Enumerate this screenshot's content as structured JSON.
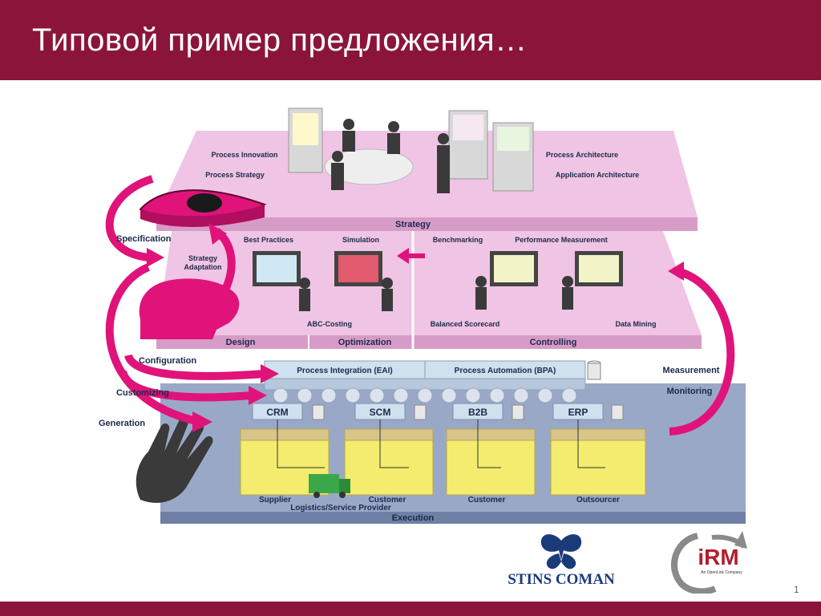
{
  "slide": {
    "title": "Типовой пример предложения…",
    "page_number": "1"
  },
  "diagram": {
    "strategy": {
      "label": "Strategy",
      "items_left": [
        "Process Innovation",
        "Process Strategy"
      ],
      "items_right": [
        "Process Architecture",
        "Application Architecture"
      ]
    },
    "middle": {
      "best_practices": "Best Practices",
      "simulation": "Simulation",
      "benchmarking": "Benchmarking",
      "performance_measurement": "Performance Measurement",
      "strategy_adaptation_1": "Strategy",
      "strategy_adaptation_2": "Adaptation",
      "abc_costing": "ABC-Costing",
      "balanced_scorecard": "Balanced Scorecard",
      "data_mining": "Data Mining",
      "design": "Design",
      "optimization": "Optimization",
      "controlling": "Controlling"
    },
    "left_flow": {
      "specification": "Specification",
      "configuration": "Configuration",
      "customizing": "Customizing",
      "generation": "Generation"
    },
    "right_flow": {
      "measurement": "Measurement",
      "monitoring": "Monitoring"
    },
    "integration": {
      "eai": "Process Integration (EAI)",
      "bpa": "Process Automation (BPA)"
    },
    "systems": [
      "CRM",
      "SCM",
      "B2B",
      "ERP"
    ],
    "execution": {
      "label": "Execution",
      "supplier": "Supplier",
      "customer_1": "Customer",
      "logistics": "Logistics/Service Provider",
      "customer_2": "Customer",
      "outsourcer": "Outsourcer"
    }
  },
  "logos": {
    "stins_coman": "STINS  COMAN",
    "irm": "iRM",
    "irm_tagline": "An OpenLink Company"
  },
  "colors": {
    "header": "#8a1538",
    "pink_platform": "#f0c4e4",
    "magenta_arrow": "#e0137a",
    "blue_platform": "#9aa8c8"
  }
}
